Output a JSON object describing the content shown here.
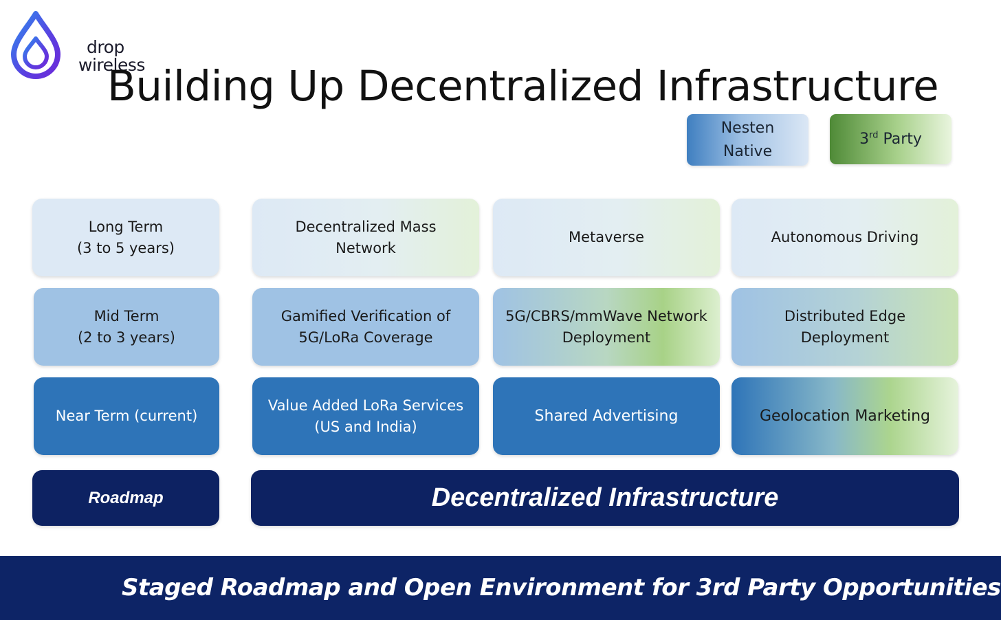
{
  "logo": {
    "line1": "drop",
    "line2": "wireless",
    "icon": "water-drop-icon",
    "colors": [
      "#2f8bef",
      "#5a3fe0",
      "#6c2bd9"
    ]
  },
  "title": "Building Up Decentralized Infrastructure",
  "legend": {
    "native": {
      "line1": "Nesten",
      "line2": "Native",
      "color": "#3f7fc0"
    },
    "third_party": {
      "prefix": "3",
      "sup": "rd",
      "suffix": " Party",
      "color": "#4f8a37"
    }
  },
  "roadmap": {
    "long_term": {
      "line1": "Long Term",
      "line2": "(3 to 5 years)"
    },
    "mid_term": {
      "line1": "Mid Term",
      "line2": "(2 to 3 years)"
    },
    "near_term": {
      "line1": "Near Term (current)"
    },
    "label": "Roadmap"
  },
  "grid": {
    "long": [
      {
        "line1": "Decentralized Mass",
        "line2": "Network"
      },
      {
        "line1": "Metaverse"
      },
      {
        "line1": "Autonomous Driving"
      }
    ],
    "mid": [
      {
        "line1": "Gamified Verification of",
        "line2": "5G/LoRa Coverage"
      },
      {
        "line1": "5G/CBRS/mmWave Network",
        "line2": "Deployment"
      },
      {
        "line1": "Distributed Edge",
        "line2": "Deployment"
      }
    ],
    "near": [
      {
        "line1": "Value Added LoRa Services",
        "line2": "(US and India)"
      },
      {
        "line1": "Shared Advertising"
      },
      {
        "line1": "Geolocation Marketing"
      }
    ]
  },
  "infrastructure_label": "Decentralized Infrastructure",
  "banner": "Staged Roadmap and Open Environment for 3rd Party Opportunities",
  "colors": {
    "navy": "#0d2262",
    "native_dark": "#2e74b8",
    "native_mid": "#9fc2e4",
    "native_light": "#dde9f5",
    "third_party_green": "#a8d287"
  }
}
